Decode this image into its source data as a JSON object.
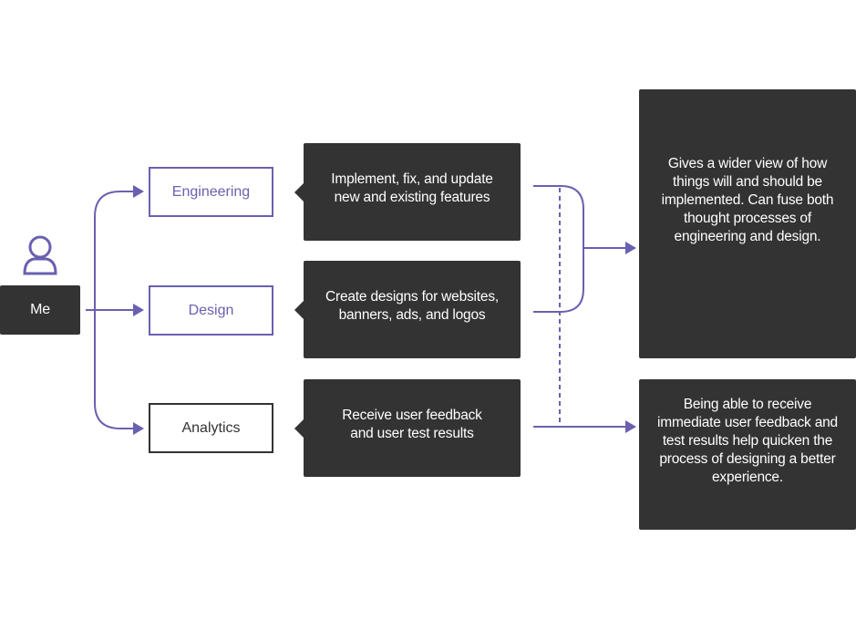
{
  "person": {
    "icon": "user-icon",
    "label": "Me"
  },
  "roles": [
    {
      "label": "Engineering"
    },
    {
      "label": "Design"
    },
    {
      "label": "Analytics"
    }
  ],
  "tasks": [
    {
      "text": "Implement, fix, and update\nnew and existing features"
    },
    {
      "text": "Create designs for websites,\nbanners, ads, and logos"
    },
    {
      "text": "Receive user feedback\nand user test results"
    }
  ],
  "outcomes": [
    {
      "text": "Gives a wider view of how\nthings will and should be\nimplemented. Can fuse both\nthought processes of\nengineering and design."
    },
    {
      "text": "Being able to receive\nimmediate user feedback and\ntest results help quicken the\nprocess of designing a  better\nexperience."
    }
  ],
  "colors": {
    "accent": "#6a60b0",
    "dark": "#333333"
  }
}
